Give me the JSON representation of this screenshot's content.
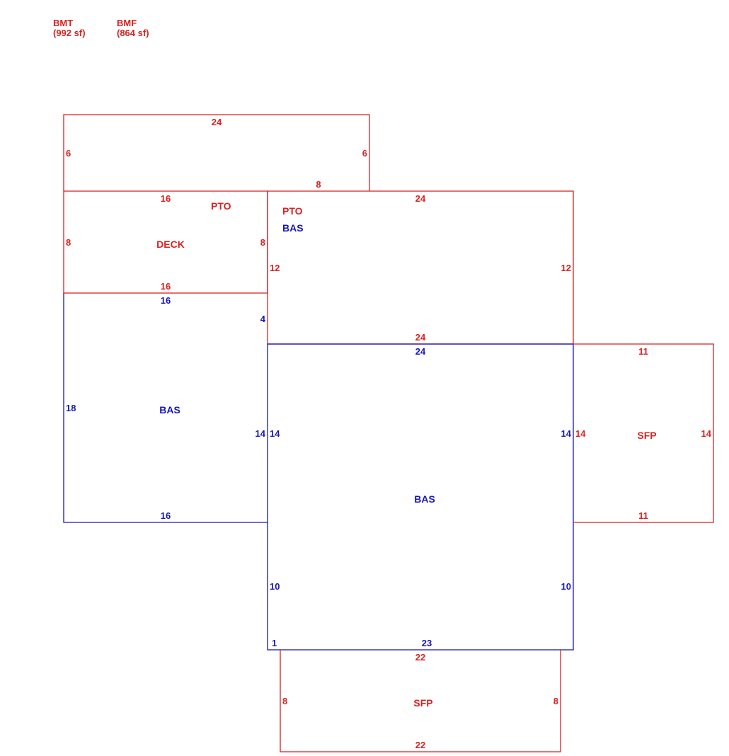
{
  "legend": [
    {
      "code": "BMT",
      "area": "(992 sf)"
    },
    {
      "code": "BMF",
      "area": "(864 sf)"
    }
  ],
  "colors": {
    "red": "#d92222",
    "blue": "#1818b8"
  },
  "areas": {
    "top_extension": {
      "top": "24",
      "left": "6",
      "right": "6",
      "bottom": "8"
    },
    "deck": {
      "label": "DECK",
      "label2": "PTO",
      "top": "16",
      "left": "8",
      "right": "8",
      "bottom": "16"
    },
    "pto_upper": {
      "label": "PTO",
      "top": "24",
      "left": "12",
      "right": "12",
      "bottom": "24"
    },
    "bas_upper_label": "BAS",
    "bas_left": {
      "label": "BAS",
      "top": "16",
      "left": "18",
      "right": "14",
      "bottom": "16",
      "step": "4"
    },
    "bas_main": {
      "label": "BAS",
      "top": "24",
      "left": "14",
      "right": "14",
      "lower_left": "10",
      "lower_right": "10",
      "bottom": "23",
      "step": "1"
    },
    "sfp_right": {
      "label": "SFP",
      "top": "11",
      "left": "14",
      "right": "14",
      "bottom": "11"
    },
    "sfp_bottom": {
      "label": "SFP",
      "top": "22",
      "left": "8",
      "right": "8",
      "bottom": "22"
    }
  }
}
